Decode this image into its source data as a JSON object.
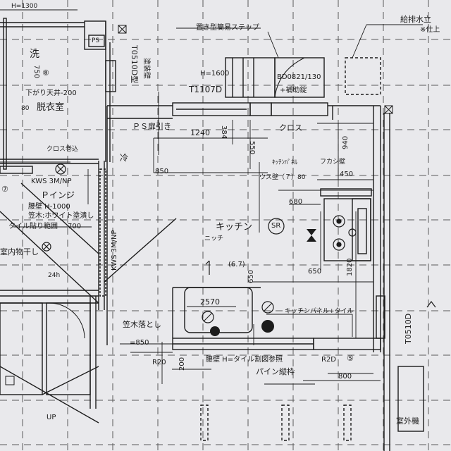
{
  "labels": {
    "top_dim": "H=1300",
    "setup_step": "置き型簡易ステップ",
    "water_faucet": "給排水立",
    "finish_note": "※仕上",
    "ps_small": "PS",
    "t0510d_left": "T0510D型",
    "kakukabe": "塗装壁",
    "h1600": "H=1600",
    "door_code": "BD0821/130",
    "aux_lock": "+補助錠",
    "t1107d": "T1107D",
    "wash": "洗",
    "dim_750": "750",
    "num_8": "⑧",
    "lower_ceiling": "下がり天井-200",
    "dressing_room": "脱衣室",
    "dim_80": "80",
    "ps_door": "ＰＳ扉引き",
    "dim_1240": "1240",
    "dim_384": "384",
    "dim_550": "550",
    "cloth": "クロス",
    "dim_940": "940",
    "cloth_roll": "クロス巻込",
    "cold": "冷",
    "dim_850": "850",
    "kitchen_panel": "ｷｯﾁﾝﾊﾟﾈﾙ",
    "fukashi_wall": "フカシ壁",
    "dim_450": "450",
    "usu_wall": "ウス壁（７）80",
    "kws": "KWS 3M/NP",
    "range": "Ｐインジ",
    "wainscot": "腰壁 H-1000",
    "kasagi": "笠木:ホワイト塗潰し",
    "tile_range": "タイル貼り範囲",
    "dim_700": "700",
    "dim_680": "680",
    "num_7": "⑦",
    "kitchen": "キッチン",
    "sr": "SR",
    "niche": "ニッチ",
    "dim_67": "(6.7)",
    "indoor_dry": "室内物干し",
    "kws_vert": "KWS 3M/NP",
    "dim_650": "650",
    "dim_650b": "650",
    "dim_1820": "1820",
    "dim_2570": "2570",
    "kitchen_panel_tile": "キッチンパネル+タイル",
    "kasagi_drop": "笠木落とし",
    "dim_850b": "=850",
    "r20_left": "R20",
    "dim_200": "200",
    "wainscot_tile": "腰壁 H=タイル割図参照",
    "pine_frame": "パイン縦枠",
    "r20_right": "R2D",
    "num_5": "⑤",
    "dim_800": "800",
    "t0510d_right": "T0510D",
    "outdoor_unit": "室外機",
    "up": "UP",
    "dim_24": "24h"
  },
  "colors": {
    "paper": "#e9e9ec",
    "ink": "#1b1b1b",
    "grid": "#2a2a2a"
  },
  "icons": [
    "gas-burner-icon",
    "sink-drain-icon",
    "faucet-icon",
    "ventilation-icon",
    "sr-smoke-detector-icon",
    "valve-bowtie-icon"
  ]
}
